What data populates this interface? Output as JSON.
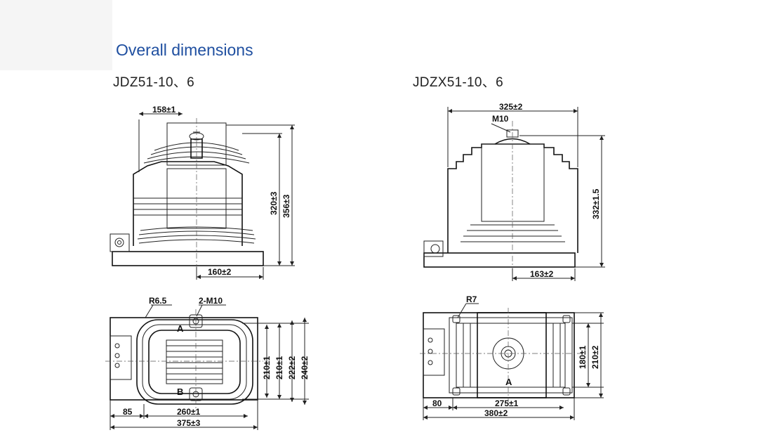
{
  "page": {
    "heading": "Overall dimensions",
    "colors": {
      "heading": "#1f4fa0",
      "line": "#222222"
    }
  },
  "models": [
    {
      "name": "JDZ51-10、6",
      "front_view": {
        "dims": [
          "158±1",
          "320±3",
          "356±3",
          "160±2"
        ]
      },
      "top_view": {
        "dims": [
          "R6.5",
          "2-M10",
          "210±1",
          "210±1",
          "222±2",
          "240±2",
          "85",
          "260±1",
          "375±3"
        ],
        "terminals": [
          "A",
          "B"
        ]
      }
    },
    {
      "name": "JDZX51-10、6",
      "front_view": {
        "dims": [
          "325±2",
          "M10",
          "332±1.5",
          "163±2"
        ]
      },
      "top_view": {
        "dims": [
          "R7",
          "180±1",
          "210±2",
          "80",
          "275±1",
          "380±2"
        ],
        "terminals": [
          "A"
        ]
      }
    }
  ]
}
